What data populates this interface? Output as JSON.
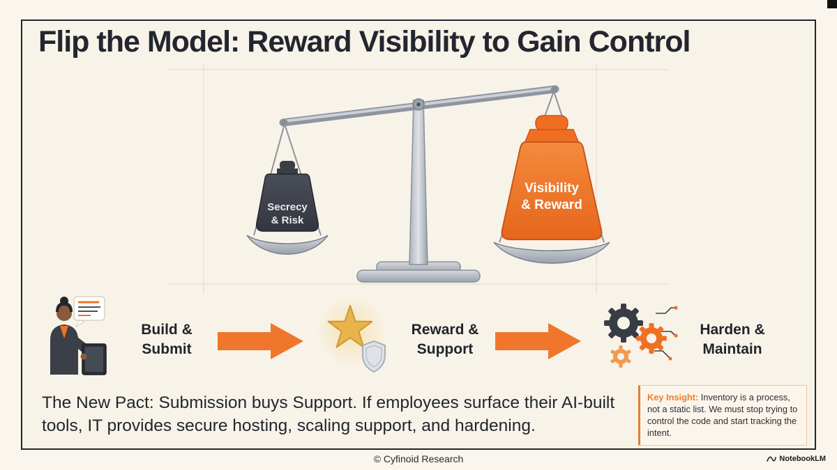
{
  "slide": {
    "title": "Flip the Model: Reward Visibility to Gain Control",
    "scale": {
      "left_weight_line1": "Secrecy",
      "left_weight_line2": "& Risk",
      "right_weight_line1": "Visibility",
      "right_weight_line2": "& Reward"
    },
    "flow": {
      "steps": [
        {
          "line1": "Build &",
          "line2": "Submit"
        },
        {
          "line1": "Reward &",
          "line2": "Support"
        },
        {
          "line1": "Harden &",
          "line2": "Maintain"
        }
      ]
    },
    "pact": {
      "line1": "The New Pact: Submission buys Support. If employees surface their AI-built",
      "line2": "tools, IT provides secure hosting, scaling support, and hardening."
    },
    "key_insight": {
      "label": "Key Insight:",
      "text": " Inventory is a process, not a static list. We must stop trying to control the code and start tracking the intent."
    }
  },
  "footer": {
    "copyright": "© Cyfinoid Research",
    "brand": "NotebookLM"
  },
  "colors": {
    "accent_orange": "#EF7124",
    "dark_ink": "#23262E",
    "background": "#F8F3E9",
    "weight_dark": "#3F434C",
    "weight_orange": "#F2742A"
  }
}
